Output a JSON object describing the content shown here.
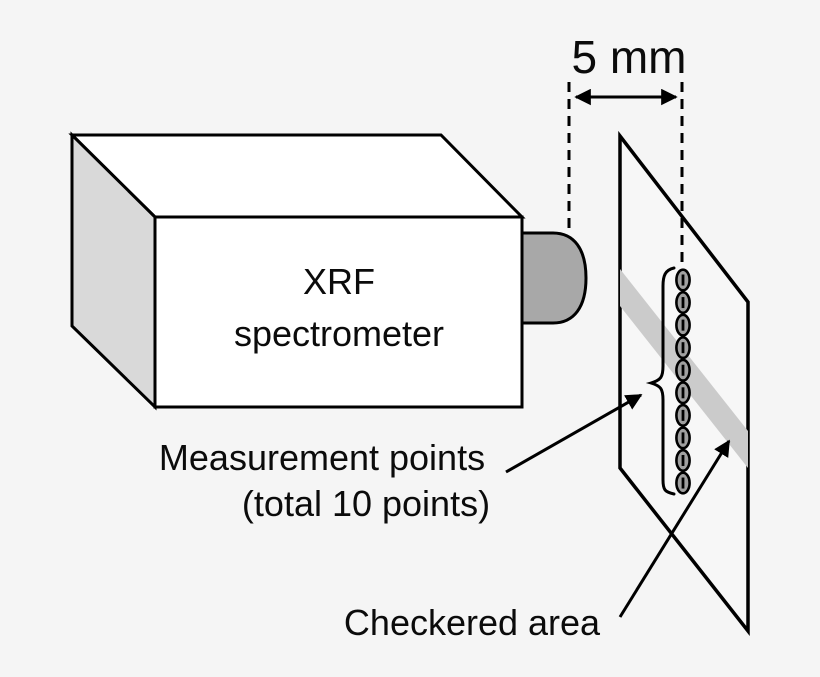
{
  "labels": {
    "distance": "5 mm",
    "device_line1": "XRF",
    "device_line2": "spectrometer",
    "points_line1": "Measurement points",
    "points_line2": "(total 10 points)",
    "checkered": "Checkered area"
  },
  "measurement_points": {
    "count": 10
  },
  "colors": {
    "background": "#f5f5f5",
    "box_front": "#ffffff",
    "box_top": "#ffffff",
    "box_side": "#d9d9d9",
    "nozzle": "#a8a8a8",
    "point_fill": "#a0a0a0",
    "checkered_band": "#cbcbcb",
    "stroke": "#000000"
  }
}
